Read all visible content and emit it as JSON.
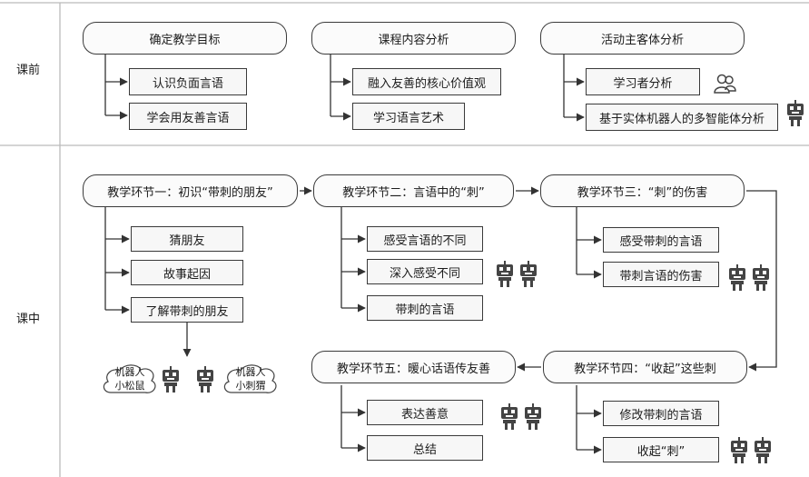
{
  "rows": {
    "pre": "课前",
    "in": "课中"
  },
  "pre": {
    "goals": {
      "title": "确定教学目标",
      "items": [
        "认识负面言语",
        "学会用友善言语"
      ]
    },
    "content": {
      "title": "课程内容分析",
      "items": [
        "融入友善的核心价值观",
        "学习语言艺术"
      ]
    },
    "subjects": {
      "title": "活动主客体分析",
      "items": [
        "学习者分析",
        "基于实体机器人的多智能体分析"
      ]
    }
  },
  "stages": [
    {
      "title": "教学环节一：初识“带刺的朋友”",
      "items": [
        "猜朋友",
        "故事起因",
        "了解带刺的朋友"
      ]
    },
    {
      "title": "教学环节二：言语中的“刺”",
      "items": [
        "感受言语的不同",
        "深入感受不同",
        "带刺的言语"
      ]
    },
    {
      "title": "教学环节三：“刺”的伤害",
      "items": [
        "感受带刺的言语",
        "带刺言语的伤害"
      ]
    },
    {
      "title": "教学环节四：“收起”这些刺",
      "items": [
        "修改带刺的言语",
        "收起“刺”"
      ]
    },
    {
      "title": "教学环节五：暖心话语传友善",
      "items": [
        "表达善意",
        "总结"
      ]
    }
  ],
  "clouds": [
    "机器人\n小松鼠",
    "机器人\n小刺猬"
  ],
  "icons": {
    "robot": "robot-icon",
    "people": "people-icon",
    "cloud": "speech-cloud-icon"
  }
}
